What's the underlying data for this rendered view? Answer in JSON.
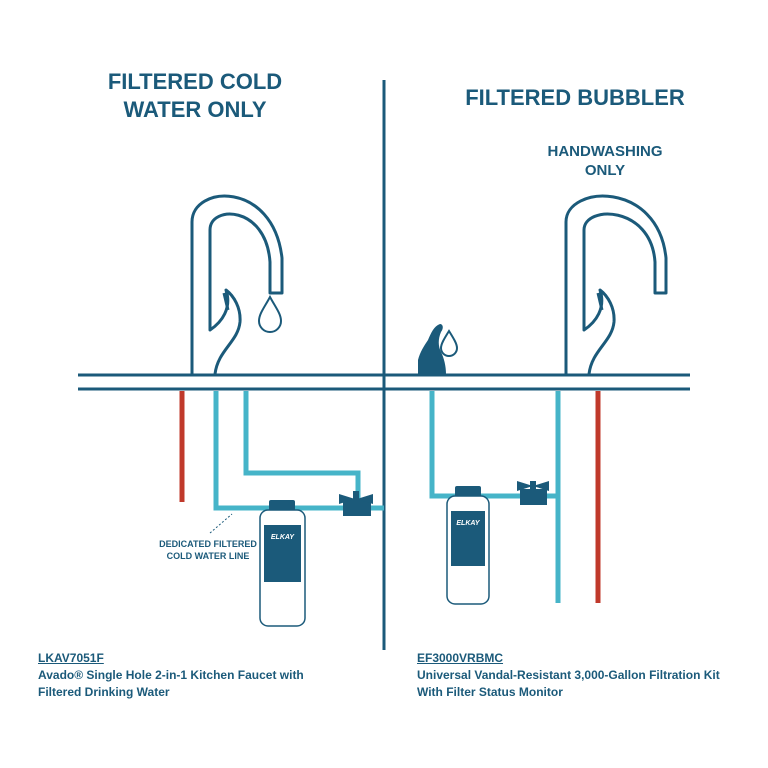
{
  "left_panel": {
    "heading_line1": "FILTERED COLD",
    "heading_line2": "WATER ONLY",
    "annotation_line1": "DEDICATED FILTERED",
    "annotation_line2": "COLD WATER LINE",
    "product_model": "LKAV7051F",
    "product_desc_line1": "Avado® Single Hole 2-in-1 Kitchen Faucet with",
    "product_desc_line2": "Filtered Drinking Water",
    "filter_logo": "ELKAY"
  },
  "right_panel": {
    "heading": "FILTERED BUBBLER",
    "subheading_line1": "HANDWASHING",
    "subheading_line2": "ONLY",
    "product_model": "EF3000VRBMC",
    "product_desc_line1": "Universal Vandal-Resistant 3,000-Gallon Filtration Kit",
    "product_desc_line2": "With Filter Status Monitor",
    "filter_logo": "ELKAY"
  },
  "colors": {
    "navy": "#1b5a7a",
    "cold_line": "#46b4c8",
    "hot_line": "#c0392b"
  },
  "icons": [
    "faucet-icon",
    "water-drop-icon",
    "bubbler-icon",
    "valve-icon",
    "filter-cartridge-icon"
  ]
}
